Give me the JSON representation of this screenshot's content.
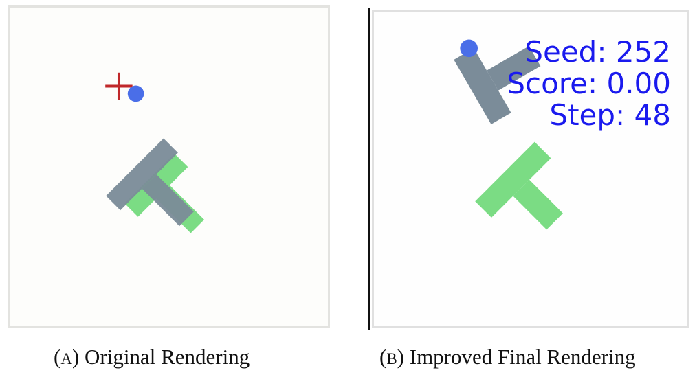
{
  "panel_a": {
    "caption_prefix": "(",
    "caption_letter": "A",
    "caption_text": ") Original Rendering"
  },
  "panel_b": {
    "caption_prefix": "(",
    "caption_letter": "B",
    "caption_text": ") Improved Final Rendering",
    "hud": {
      "seed": "Seed: 252",
      "score": "Score: 0.00",
      "step": "Step: 48"
    }
  },
  "colors": {
    "agent_block": "#7b8c99",
    "target_block": "#7bdc84",
    "agent_dot": "#4a6ee8",
    "crosshair": "#c0282a",
    "hud_text": "#1a1aee"
  }
}
